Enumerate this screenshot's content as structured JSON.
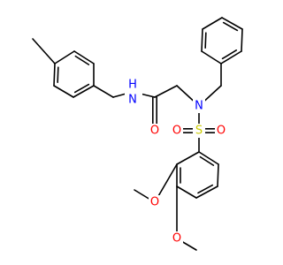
{
  "colors": {
    "background": "#ffffff",
    "bond": "#000000",
    "carbon_label": "#000000",
    "nitrogen": "#0000ff",
    "oxygen": "#ff0000",
    "sulfur": "#cccc00"
  },
  "atoms": {
    "amide_nh": {
      "text": "N",
      "h": "H",
      "element": "nitrogen"
    },
    "carbonyl_o": {
      "text": "O",
      "element": "oxygen"
    },
    "sulfonamide_n": {
      "text": "N",
      "element": "nitrogen"
    },
    "sulfur": {
      "text": "S",
      "element": "sulfur"
    },
    "sulfonyl_o_left": {
      "text": "O",
      "element": "oxygen"
    },
    "sulfonyl_o_right": {
      "text": "O",
      "element": "oxygen"
    },
    "methoxy_o_upper": {
      "text": "O",
      "element": "oxygen"
    },
    "methoxy_o_lower": {
      "text": "O",
      "element": "oxygen"
    }
  }
}
